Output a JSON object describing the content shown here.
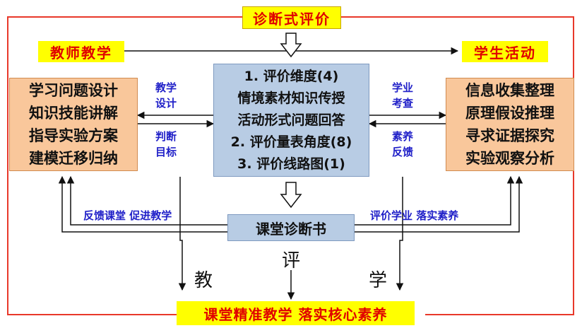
{
  "title": "诊断式评价",
  "teacher": "教师教学",
  "student": "学生活动",
  "left_box": [
    "学习问题设计",
    "知识技能讲解",
    "指导实验方案",
    "建模迁移归纳"
  ],
  "center_box": [
    "1. 评价维度(4)",
    "情境素材知识传授",
    "活动形式问题回答",
    "2. 评价量表角度(8)",
    "3. 评价线路图(1)"
  ],
  "right_box": [
    "信息收集整理",
    "原理假设推理",
    "寻求证据探究",
    "实验观察分析"
  ],
  "labels": {
    "teach_design": [
      "教学",
      "设计"
    ],
    "judge_goal": [
      "判断",
      "目标"
    ],
    "study_check": [
      "学业",
      "考查"
    ],
    "literacy_feedback": [
      "素养",
      "反馈"
    ],
    "feedback_class": "反馈课堂  促进教学",
    "eval_study": "评价学业  落实素养"
  },
  "diagnosis_book": "课堂诊断书",
  "jiao": "教",
  "ping": "评",
  "xue": "学",
  "bottom": "课堂精准教学  落实核心素养",
  "colors": {
    "red": "#e8382a",
    "yellow": "#ffff00",
    "peach": "#f9c79b",
    "blue": "#b8cce4",
    "label_blue": "#1f1fc8"
  }
}
